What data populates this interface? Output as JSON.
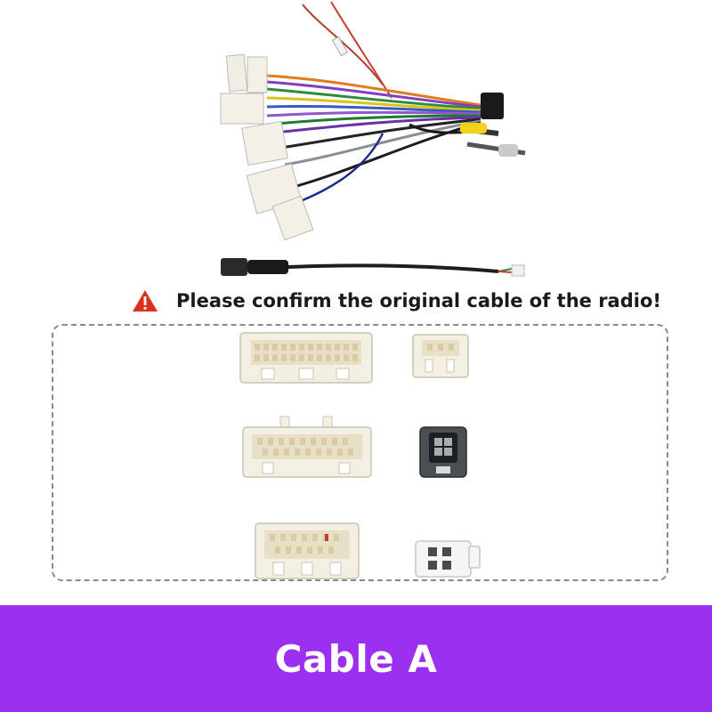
{
  "notice": {
    "icon": "warning-triangle-icon",
    "icon_color": "#d9311b",
    "text": "Please confirm the original cable of the radio!"
  },
  "banner": {
    "title": "Cable A",
    "background": "#9b30f0",
    "text_color": "#ffffff"
  },
  "connectors": [
    "connector-28pin-white",
    "connector-4pin-white",
    "connector-20pin-white",
    "connector-square-black",
    "connector-16pin-white",
    "connector-4pin-small-white"
  ]
}
